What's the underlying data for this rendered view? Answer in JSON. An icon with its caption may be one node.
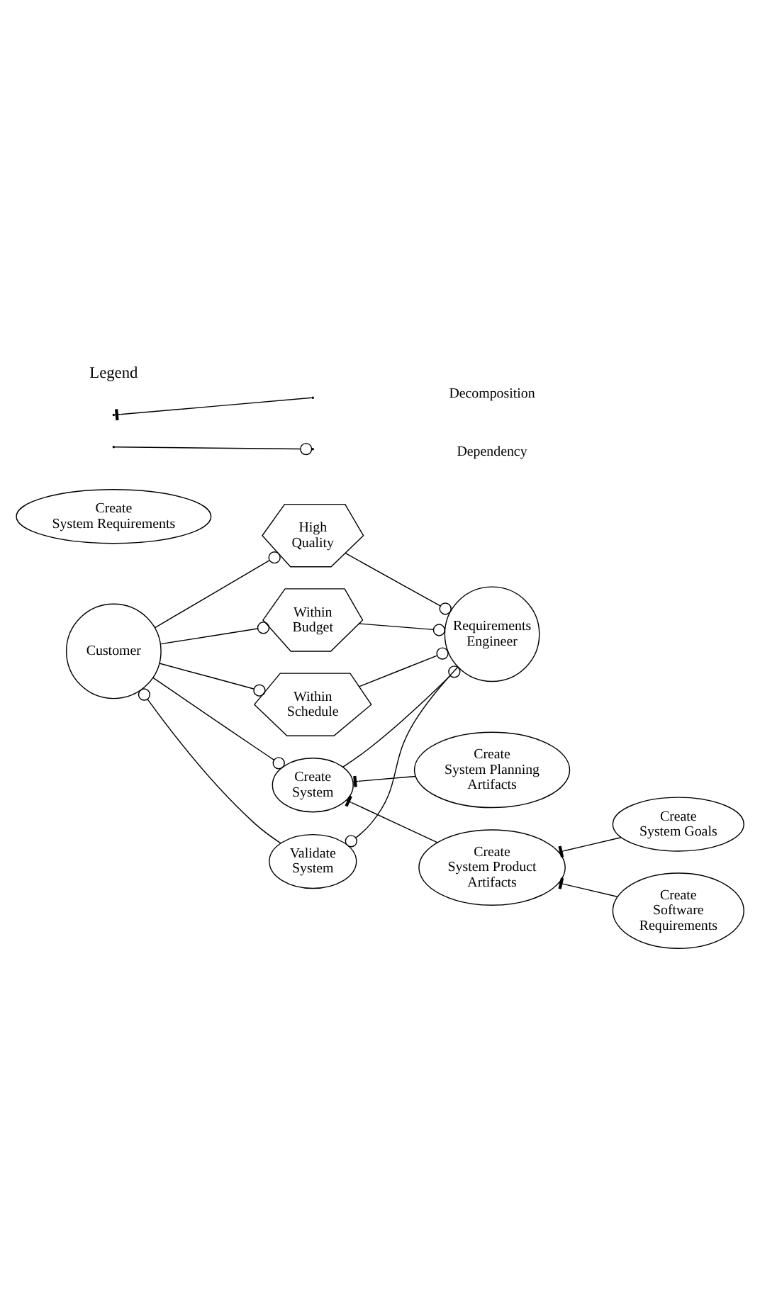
{
  "diagram": {
    "nodes": [
      {
        "text": [
          "Customer"
        ]
      },
      {
        "text": [
          "Requirements Engineer"
        ]
      },
      {
        "text": [
          "High Quality"
        ]
      },
      {
        "text": [
          "Within Budget"
        ]
      },
      {
        "text": [
          "Within Schedule"
        ]
      },
      {
        "text": [
          "Validate System"
        ]
      },
      {
        "text": [
          "Create System"
        ]
      },
      {
        "text": [
          "Create System Planning Artifacts"
        ]
      },
      {
        "text": [
          "Create System Product Artifacts"
        ]
      },
      {
        "text": [
          "Create System Goals"
        ]
      },
      {
        "text": [
          "Create Software Requirements"
        ]
      },
      {
        "text": [
          "Create System Requirements"
        ]
      }
    ],
    "edges": [
      {
        "from": 0,
        "to": 2,
        "arrow": "other"
      },
      {
        "from": 2,
        "to": 1,
        "arrow": "other"
      },
      {
        "from": 0,
        "to": 3,
        "arrow": "other"
      },
      {
        "from": 3,
        "to": 1,
        "arrow": "other"
      },
      {
        "from": 0,
        "to": 4,
        "arrow": "other"
      },
      {
        "from": 4,
        "to": 1,
        "arrow": "other"
      },
      {
        "from": 1,
        "to": 5,
        "arrow": "other"
      },
      {
        "from": 5,
        "to": 0,
        "arrow": "other"
      },
      {
        "from": 0,
        "to": 6,
        "arrow": "other"
      },
      {
        "from": 6,
        "to": 1,
        "arrow": "other"
      },
      {
        "from": 6,
        "to": 7,
        "arrow": "other"
      },
      {
        "from": 6,
        "to": 8,
        "arrow": "other"
      },
      {
        "from": 8,
        "to": 9,
        "arrow": "other"
      },
      {
        "from": 8,
        "to": 10,
        "arrow": "other"
      }
    ],
    "labels": [
      "Legend"
    ],
    "legend": [
      {
        "text": "Decomposition"
      },
      {
        "text": "Dependency"
      }
    ]
  }
}
